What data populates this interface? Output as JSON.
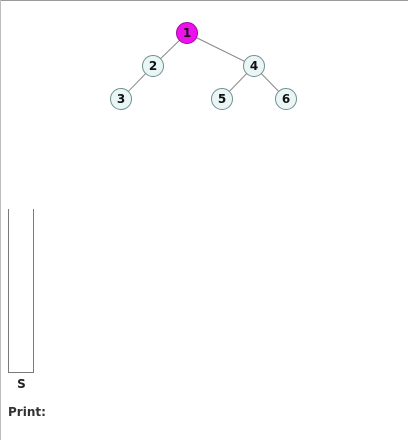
{
  "tree": {
    "nodes": [
      {
        "id": "1",
        "label": "1",
        "highlighted": true
      },
      {
        "id": "2",
        "label": "2",
        "highlighted": false
      },
      {
        "id": "4",
        "label": "4",
        "highlighted": false
      },
      {
        "id": "3",
        "label": "3",
        "highlighted": false
      },
      {
        "id": "5",
        "label": "5",
        "highlighted": false
      },
      {
        "id": "6",
        "label": "6",
        "highlighted": false
      }
    ],
    "edges": [
      {
        "from": "1",
        "to": "2"
      },
      {
        "from": "1",
        "to": "4"
      },
      {
        "from": "2",
        "to": "3"
      },
      {
        "from": "4",
        "to": "5"
      },
      {
        "from": "4",
        "to": "6"
      }
    ],
    "colors": {
      "highlight_fill": "#ee11ee",
      "highlight_stroke": "#a00aa0",
      "node_fill": "#eaf6f6",
      "node_stroke": "#6f8f8f",
      "edge": "#8a8a8a"
    }
  },
  "stack": {
    "label": "S",
    "items": []
  },
  "print": {
    "label": "Print:",
    "output": ""
  }
}
